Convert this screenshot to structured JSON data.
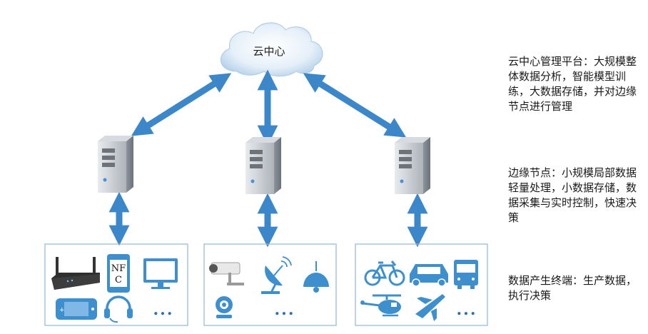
{
  "cloud": {
    "label": "云中心"
  },
  "descriptions": {
    "cloud_center": "云中心管理平台：大规模整体数据分析，智能模型训练，大数据存储，并对边缘节点进行管理",
    "edge_node": "边缘节点：小规模局部数据轻量处理，小数据存储，数据采集与实时控制，快速决策",
    "terminal": "数据产生终端：生产数据，执行决策"
  },
  "devices": {
    "nfc_label_line1": "NF",
    "nfc_label_line2": "C",
    "more": "..."
  },
  "colors": {
    "arrow": "#3b87c9",
    "box_border": "#8fb6d9",
    "icon": "#3e8fce",
    "router": "#3a3a3a",
    "server_body": "#c9ccd1",
    "cloud": "#cfe2f3"
  }
}
